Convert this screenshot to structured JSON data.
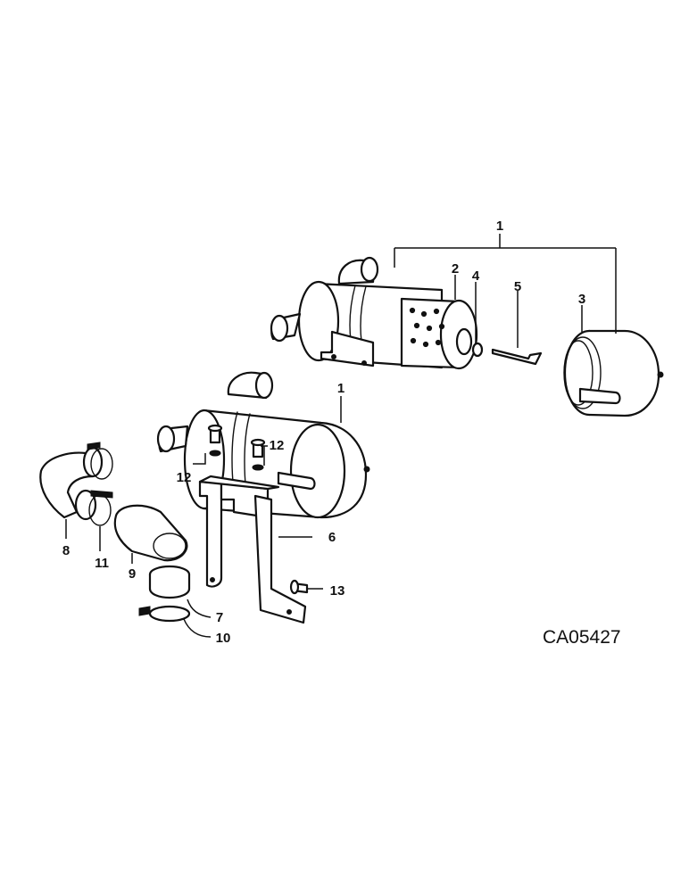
{
  "drawing_code": "CA05427",
  "callouts": {
    "c1_top": "1",
    "c2": "2",
    "c3": "3",
    "c4": "4",
    "c5": "5",
    "c1_mid": "1",
    "c12_left": "12",
    "c12_right": "12",
    "c6": "6",
    "c8": "8",
    "c11": "11",
    "c9": "9",
    "c13": "13",
    "c7": "7",
    "c10": "10"
  }
}
